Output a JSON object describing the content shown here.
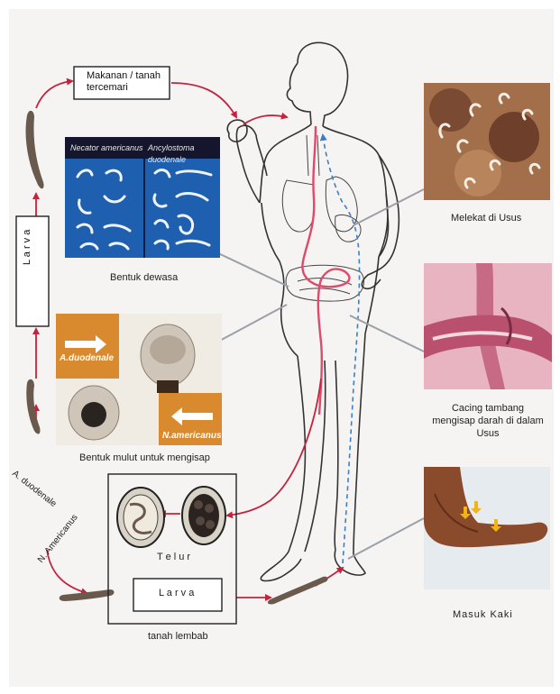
{
  "labels": {
    "makanan": "Makanan / tanah tercemari",
    "larva_side": "L a r v a",
    "bentuk_dewasa": "Bentuk dewasa",
    "necator_title": "Necator americanus",
    "ancylostoma_title": "Ancylostoma duodenale",
    "bentuk_mulut": "Bentuk mulut untuk mengisap",
    "a_duodenale_tag": "A.duodenale",
    "n_americanus_tag": "N.americanus",
    "melekat": "Melekat di Usus",
    "cacing_tambang": "Cacing tambang mengisap darah di dalam Usus",
    "masuk_kaki": "Masuk Kaki",
    "telur": "T e l u r",
    "larva_bottom": "L a r v a",
    "tanah_lembab": "tanah lembab",
    "a_duodenale_side": "A. duodenale",
    "n_americanus_side": "N. Americanus"
  },
  "colors": {
    "arrow": "#c2243e",
    "blood": "#e04a6a",
    "lymph": "#3a7fc9",
    "photo_blue": "#1f5fb0",
    "tag_orange": "#d98a2e"
  }
}
